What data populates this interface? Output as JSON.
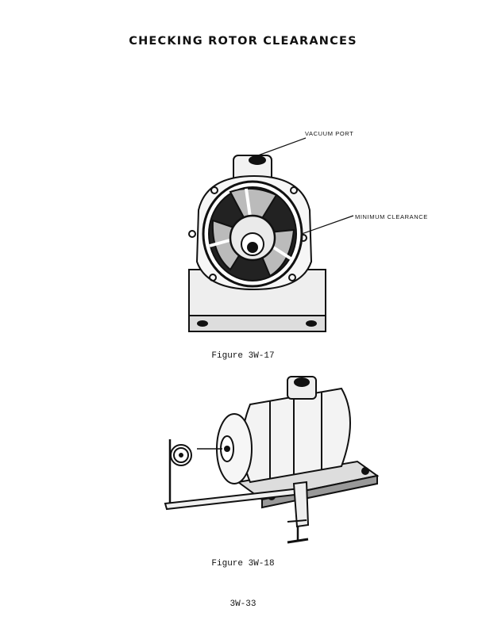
{
  "page": {
    "title": "CHECKING ROTOR CLEARANCES",
    "page_number": "3W-33"
  },
  "figure1": {
    "caption": "Figure 3W-17",
    "callouts": {
      "vacuum_port": "VACUUM PORT",
      "minimum_clearance": "MINIMUM CLEARANCE"
    }
  },
  "figure2": {
    "caption": "Figure 3W-18"
  }
}
